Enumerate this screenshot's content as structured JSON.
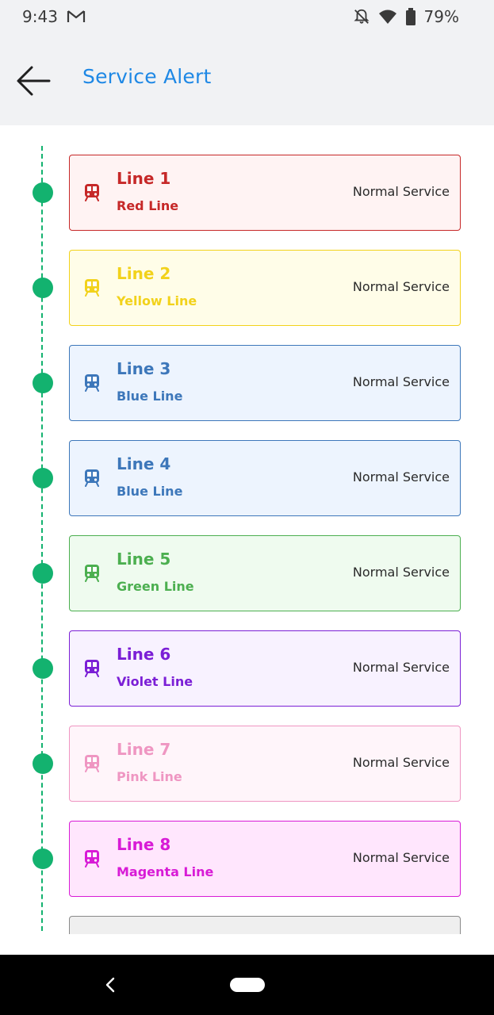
{
  "status_bar": {
    "time": "9:43",
    "battery": "79%",
    "icons": [
      "gmail-icon",
      "notifications-off-icon",
      "wifi-icon",
      "battery-icon"
    ]
  },
  "app_bar": {
    "title": "Service Alert",
    "back_icon": "arrow-left-icon"
  },
  "lines": [
    {
      "name": "Line 1",
      "color_name": "Red Line",
      "status": "Normal Service",
      "accent": "#c62828",
      "bg": "#fff3f3",
      "border": "#c62828"
    },
    {
      "name": "Line 2",
      "color_name": "Yellow Line",
      "status": "Normal Service",
      "accent": "#f2d21b",
      "bg": "#fffde8",
      "border": "#f2d21b"
    },
    {
      "name": "Line 3",
      "color_name": "Blue Line",
      "status": "Normal Service",
      "accent": "#3d77ba",
      "bg": "#edf4fe",
      "border": "#3d77ba"
    },
    {
      "name": "Line 4",
      "color_name": "Blue Line",
      "status": "Normal Service",
      "accent": "#3d77ba",
      "bg": "#edf4fe",
      "border": "#3d77ba"
    },
    {
      "name": "Line 5",
      "color_name": "Green Line",
      "status": "Normal Service",
      "accent": "#4caf50",
      "bg": "#effbef",
      "border": "#4caf50"
    },
    {
      "name": "Line 6",
      "color_name": "Violet Line",
      "status": "Normal Service",
      "accent": "#7b1fd6",
      "bg": "#f8f2ff",
      "border": "#7b1fd6"
    },
    {
      "name": "Line 7",
      "color_name": "Pink Line",
      "status": "Normal Service",
      "accent": "#ef96c2",
      "bg": "#fff5fa",
      "border": "#ef96c2"
    },
    {
      "name": "Line 8",
      "color_name": "Magenta Line",
      "status": "Normal Service",
      "accent": "#d81bd6",
      "bg": "#ffe6fd",
      "border": "#d81bd6"
    }
  ],
  "nav_bar": {
    "icons": [
      "nav-back-icon",
      "nav-home-pill"
    ]
  }
}
